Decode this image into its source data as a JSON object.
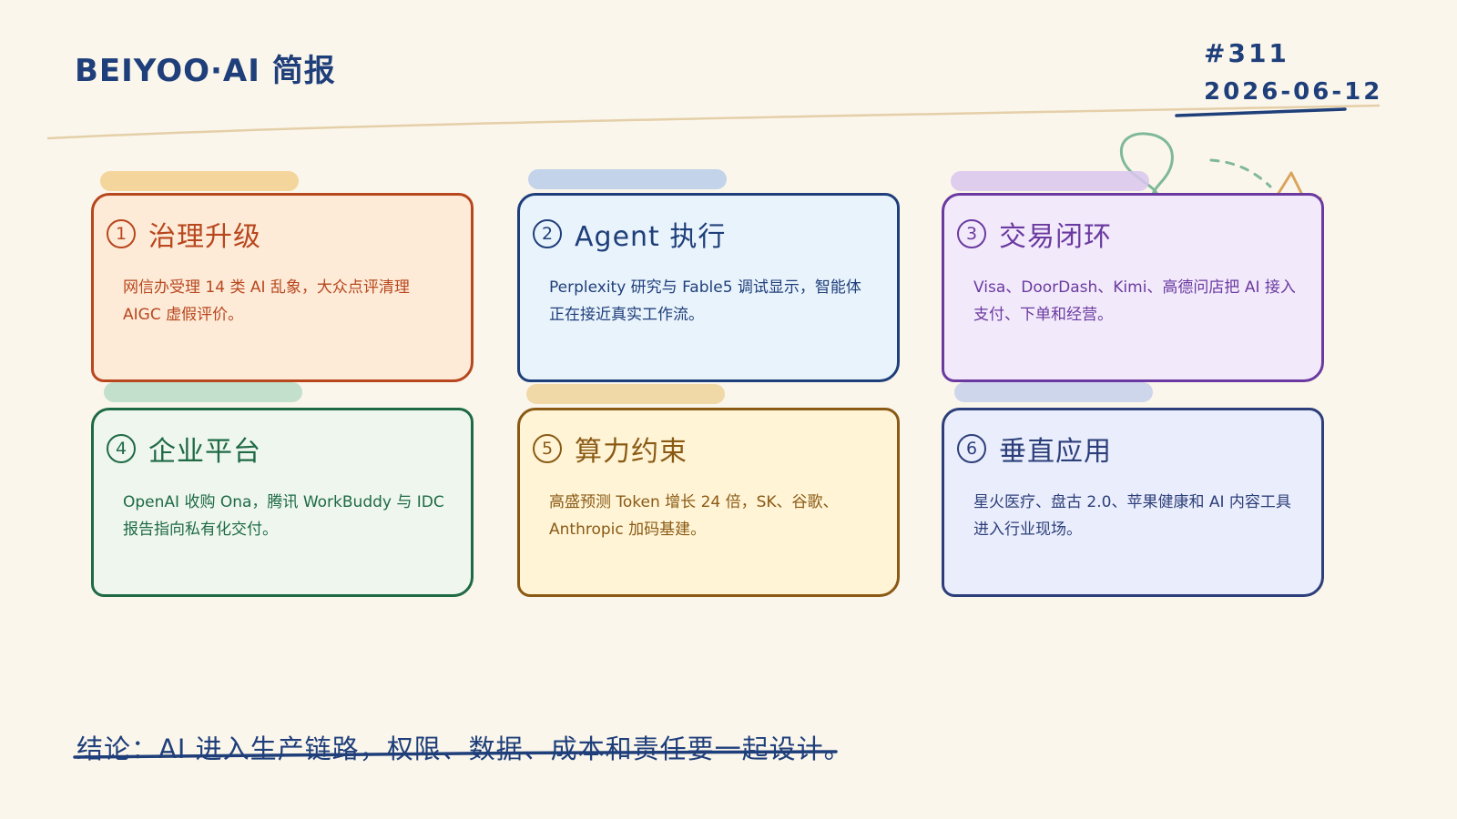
{
  "header": {
    "brand": "BEIYOO·AI 简报",
    "issue": "#311",
    "date": "2026-06-12"
  },
  "cards": [
    {
      "number": "1",
      "title": "治理升级",
      "body": "网信办受理 14 类 AI 乱象，大众点评清理 AIGC 虚假评价。",
      "color": "#b8471e",
      "bg": "#fdebd8",
      "tape": "#f2cf8e"
    },
    {
      "number": "2",
      "title": "Agent 执行",
      "body": "Perplexity 研究与 Fable5 调试显示，智能体正在接近真实工作流。",
      "color": "#1f3f7a",
      "bg": "#e9f3fc",
      "tape": "#b9cdea"
    },
    {
      "number": "3",
      "title": "交易闭环",
      "body": "Visa、DoorDash、Kimi、高德问店把 AI 接入支付、下单和经营。",
      "color": "#6b3aa0",
      "bg": "#f2eafb",
      "tape": "#d9c6ee"
    },
    {
      "number": "4",
      "title": "企业平台",
      "body": "OpenAI 收购 Ona，腾讯 WorkBuddy 与 IDC 报告指向私有化交付。",
      "color": "#1f6a45",
      "bg": "#eef6ee",
      "tape": "#b9dcc7"
    },
    {
      "number": "5",
      "title": "算力约束",
      "body": "高盛预测 Token 增长 24 倍，SK、谷歌、Anthropic 加码基建。",
      "color": "#8a5a14",
      "bg": "#fff4d6",
      "tape": "#efd39b"
    },
    {
      "number": "6",
      "title": "垂直应用",
      "body": "星火医疗、盘古 2.0、苹果健康和 AI 内容工具进入行业现场。",
      "color": "#2c3f7a",
      "bg": "#eaedfb",
      "tape": "#c5d0ec"
    }
  ],
  "conclusion": "结论：AI 进入生产链路，权限、数据、成本和责任要一起设计。",
  "colors": {
    "background": "#fbf6ec",
    "ink": "#1f3f7a"
  }
}
